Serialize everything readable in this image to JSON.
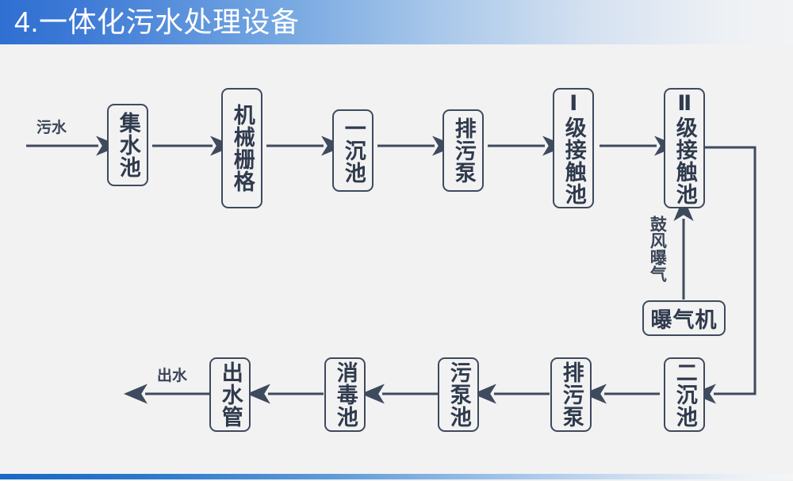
{
  "header": {
    "title": "4.一体化污水处理设备",
    "gradient_start": "#2f6fd1",
    "gradient_end": "#f2f3f4"
  },
  "footer": {
    "gradient_start": "#1769c4",
    "gradient_end": "#f4f6f8"
  },
  "canvas": {
    "background": "#f2f2f2",
    "line_color": "#3e4a5e",
    "text_color": "#2f3a4d"
  },
  "chart_data": {
    "type": "diagram",
    "title": "4.一体化污水处理设备",
    "flow_direction": "serpentine: left-to-right on top row, right-to-left on bottom row",
    "nodes": [
      {
        "id": "n1",
        "label": "集水池",
        "row": "top",
        "orientation": "vertical"
      },
      {
        "id": "n2",
        "label": "机械栅格",
        "row": "top",
        "orientation": "vertical"
      },
      {
        "id": "n3",
        "label": "一沉池",
        "row": "top",
        "orientation": "vertical"
      },
      {
        "id": "n4",
        "label": "排污泵",
        "row": "top",
        "orientation": "vertical"
      },
      {
        "id": "n5",
        "label": "Ⅰ级接触池",
        "row": "top",
        "orientation": "vertical"
      },
      {
        "id": "n6",
        "label": "Ⅱ级接触池",
        "row": "top",
        "orientation": "vertical"
      },
      {
        "id": "n7",
        "label": "曝气机",
        "row": "middle",
        "orientation": "horizontal"
      },
      {
        "id": "n8",
        "label": "二沉池",
        "row": "bottom",
        "orientation": "vertical"
      },
      {
        "id": "n9",
        "label": "排污泵",
        "row": "bottom",
        "orientation": "vertical"
      },
      {
        "id": "n10",
        "label": "污泵池",
        "row": "bottom",
        "orientation": "vertical"
      },
      {
        "id": "n11",
        "label": "消毒池",
        "row": "bottom",
        "orientation": "vertical"
      },
      {
        "id": "n12",
        "label": "出水管",
        "row": "bottom",
        "orientation": "vertical"
      }
    ],
    "edge_labels": [
      {
        "id": "inlet",
        "label": "污水",
        "orientation": "horizontal"
      },
      {
        "id": "aeration",
        "label": "鼓风曝气",
        "orientation": "vertical"
      },
      {
        "id": "outlet",
        "label": "出水",
        "orientation": "horizontal"
      }
    ],
    "edges": [
      {
        "from": "inlet",
        "to": "n1",
        "arrow": "right"
      },
      {
        "from": "n1",
        "to": "n2",
        "arrow": "right"
      },
      {
        "from": "n2",
        "to": "n3",
        "arrow": "right"
      },
      {
        "from": "n3",
        "to": "n4",
        "arrow": "right"
      },
      {
        "from": "n4",
        "to": "n5",
        "arrow": "right"
      },
      {
        "from": "n5",
        "to": "n6",
        "arrow": "right"
      },
      {
        "from": "n6",
        "to": "n8",
        "arrow": "left",
        "path": "right-down-left"
      },
      {
        "from": "n7",
        "to": "n6",
        "arrow": "up",
        "label": "鼓风曝气"
      },
      {
        "from": "n8",
        "to": "n9",
        "arrow": "left"
      },
      {
        "from": "n9",
        "to": "n10",
        "arrow": "left"
      },
      {
        "from": "n10",
        "to": "n11",
        "arrow": "left"
      },
      {
        "from": "n11",
        "to": "n12",
        "arrow": "left"
      },
      {
        "from": "n12",
        "to": "outlet",
        "arrow": "left"
      }
    ]
  }
}
